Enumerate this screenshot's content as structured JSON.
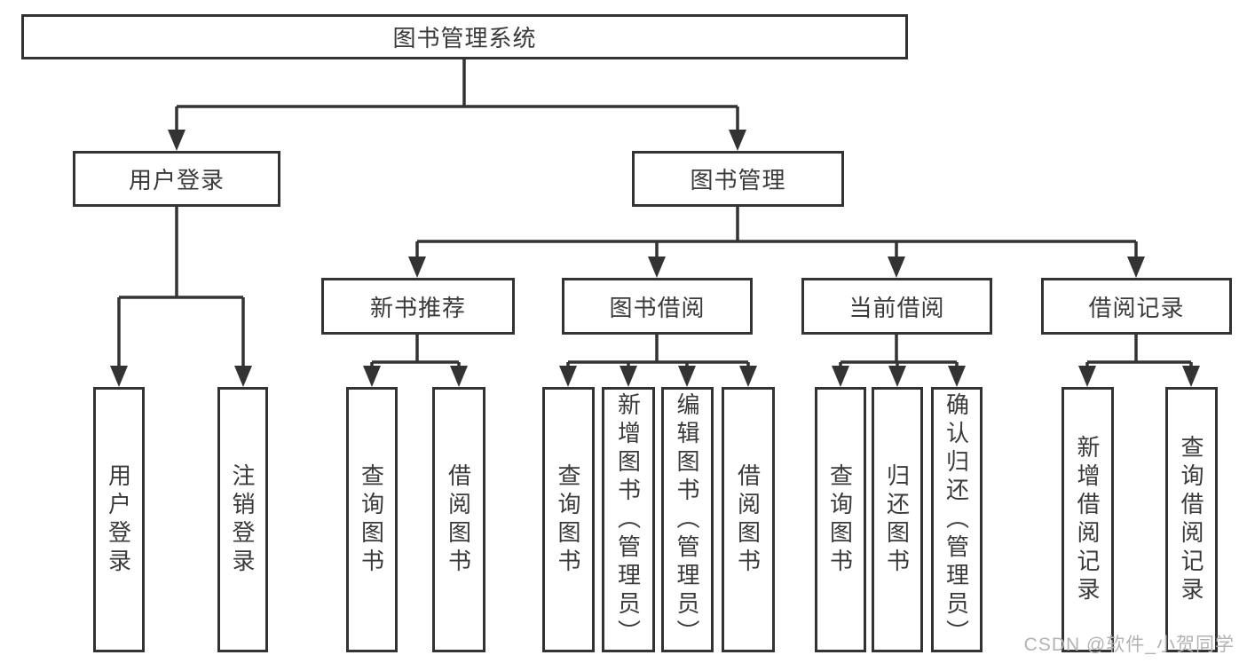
{
  "diagram": {
    "type": "hierarchy-diagram",
    "tree": {
      "root": {
        "label": "图书管理系统"
      },
      "branches": [
        {
          "label": "用户登录",
          "children": [
            {
              "label": "用户登录"
            },
            {
              "label": "注销登录"
            }
          ]
        },
        {
          "label": "图书管理",
          "children": [
            {
              "label": "新书推荐",
              "children": [
                {
                  "label": "查询图书"
                },
                {
                  "label": "借阅图书"
                }
              ]
            },
            {
              "label": "图书借阅",
              "children": [
                {
                  "label": "查询图书"
                },
                {
                  "label": "新增图书（管理员）"
                },
                {
                  "label": "编辑图书（管理员）"
                },
                {
                  "label": "借阅图书"
                }
              ]
            },
            {
              "label": "当前借阅",
              "children": [
                {
                  "label": "查询图书"
                },
                {
                  "label": "归还图书"
                },
                {
                  "label": "确认归还（管理员）"
                }
              ]
            },
            {
              "label": "借阅记录",
              "children": [
                {
                  "label": "新增借阅记录"
                },
                {
                  "label": "查询借阅记录"
                }
              ]
            }
          ]
        }
      ]
    },
    "watermark": {
      "text": "CSDN @软件_小贺同学"
    },
    "colors": {
      "line": "#333333",
      "border": "#333333",
      "text": "#3a3a3a",
      "watermark": "#b3b3b3",
      "background": "#ffffff"
    }
  }
}
